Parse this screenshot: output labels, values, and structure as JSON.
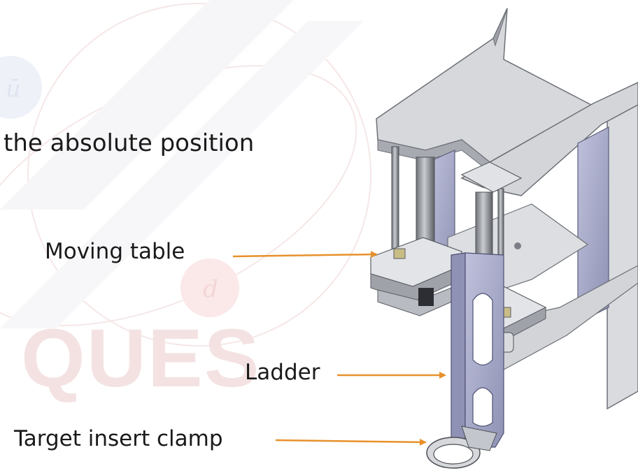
{
  "headline": "the absolute position",
  "watermark": {
    "text": "QUES",
    "glyph_u": "ū",
    "glyph_d": "d"
  },
  "labels": {
    "moving_table": "Moving table",
    "ladder": "Ladder",
    "target_clamp": "Target insert clamp"
  },
  "colors": {
    "arrow": "#e8912b",
    "frame": "#cfd2d6",
    "frame_edge": "#6c7076",
    "panel": "#a9acc9",
    "ladder": "#b9bbd8",
    "watermark_light": "#f4e2e2",
    "watermark_blue": "#eef1f8"
  },
  "icons": [
    "target-station-drawing",
    "orange-arrow-icon"
  ]
}
